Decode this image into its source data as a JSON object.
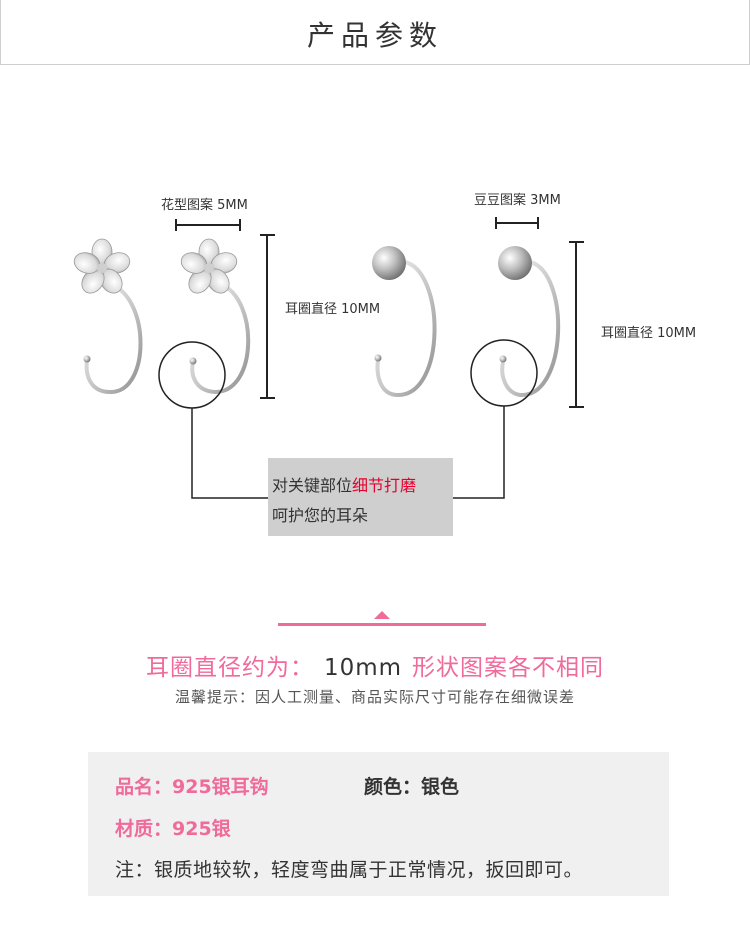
{
  "header": {
    "title": "产品参数"
  },
  "labels": {
    "flower_pattern": "花型图案 5MM",
    "bead_pattern": "豆豆图案 3MM",
    "diameter_left": "耳圈直径 10MM",
    "diameter_right": "耳圈直径 10MM"
  },
  "note": {
    "line1_prefix": "对关键部位",
    "line1_highlight": "细节打磨",
    "line2": "呵护您的耳朵"
  },
  "diameter": {
    "label": "耳圈直径约为：",
    "value": "10mm",
    "suffix": "形状图案各不相同"
  },
  "tip": "温馨提示：因人工测量、商品实际尺寸可能存在细微误差",
  "specs": {
    "name_label": "品名：",
    "name_value": "925银耳钩",
    "color_label": "颜色：",
    "color_value": "银色",
    "material_label": "材质：",
    "material_value": "925银",
    "note": "注：银质地较软，轻度弯曲属于正常情况，扳回即可。"
  },
  "colors": {
    "accent": "#f06a9a",
    "highlight": "#e6002d"
  }
}
